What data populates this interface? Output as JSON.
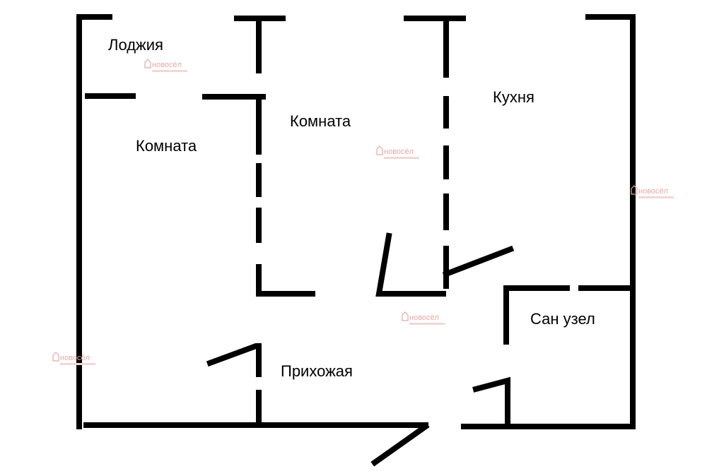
{
  "rooms": [
    {
      "label": "Лоджия"
    },
    {
      "label": "Комната"
    },
    {
      "label": "Комната"
    },
    {
      "label": "Кухня"
    },
    {
      "label": "Сан узел"
    },
    {
      "label": "Прихожая"
    }
  ],
  "watermark": {
    "text": "новосёл",
    "logo": "novosel-house-logo",
    "color": "#e6a8a8"
  },
  "colors": {
    "wall": "#000000",
    "background": "#ffffff"
  }
}
